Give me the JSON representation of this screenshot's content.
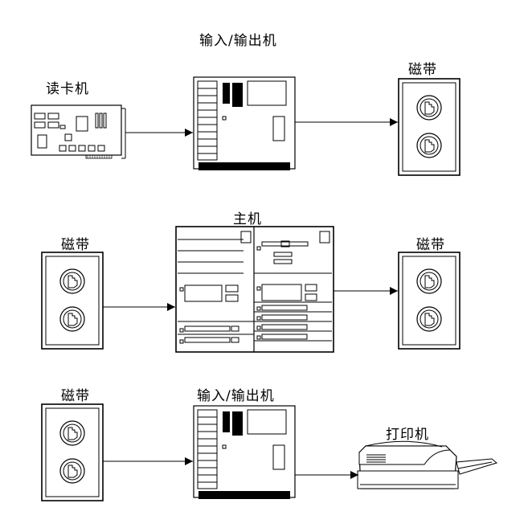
{
  "labels": {
    "io_top": "输入/输出机",
    "card_reader": "读卡机",
    "tape_top": "磁带",
    "mainframe": "主机",
    "tape_mid_left": "磁带",
    "tape_mid_right": "磁带",
    "tape_bottom": "磁带",
    "io_bottom": "输入/输出机",
    "printer": "打印机"
  },
  "colors": {
    "stroke": "#000000",
    "fill": "#ffffff"
  }
}
